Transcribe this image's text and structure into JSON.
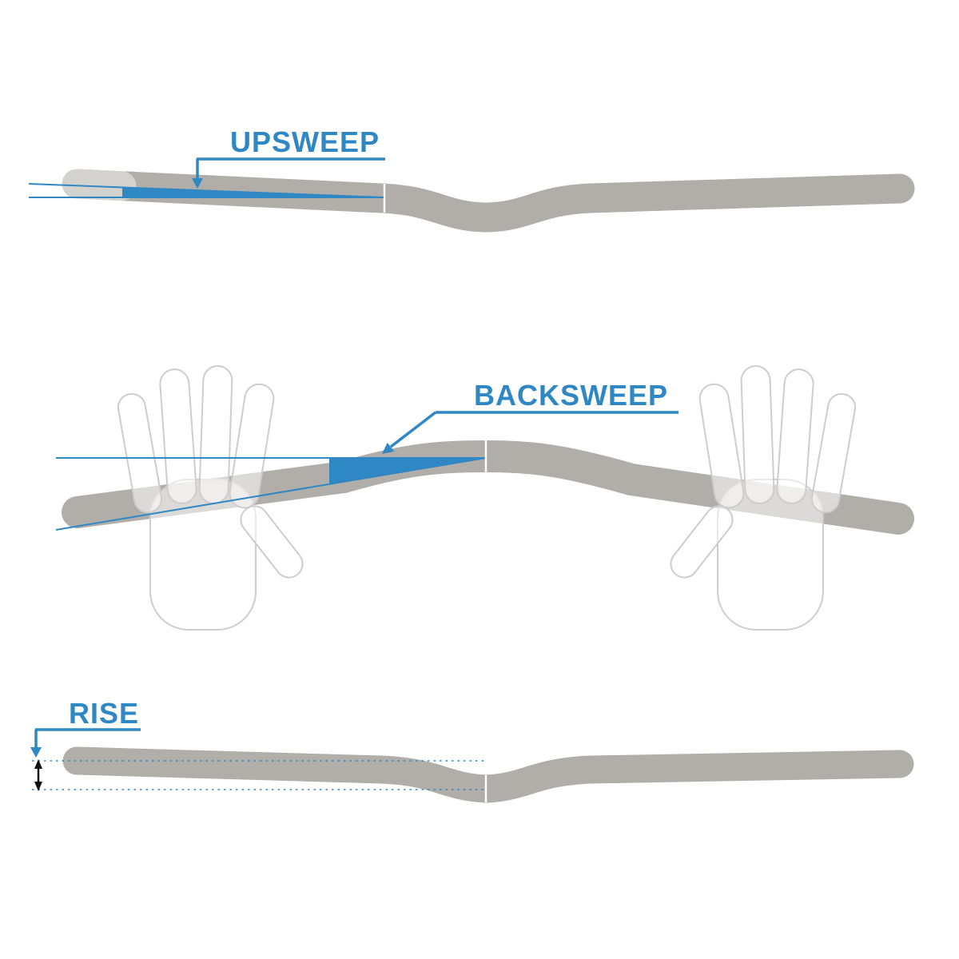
{
  "title": "Handlebar geometry diagram",
  "colors": {
    "accent": "#2F87C4",
    "bar": "#B1ADA8",
    "hand": "#CDCDCD",
    "ink": "#111111",
    "background": "#FFFFFF"
  },
  "labels": {
    "upsweep": "UPSWEEP",
    "backsweep": "BACKSWEEP",
    "rise": "RISE"
  },
  "views": [
    {
      "name": "front-view",
      "annotation": "UPSWEEP",
      "style": "blue angle wedge between horizontal reference line and grip axis, vertex at clamp edge"
    },
    {
      "name": "top-view-with-hands",
      "annotation": "BACKSWEEP",
      "style": "blue angle wedge between straight reference line and swept grip axis, hands overlaid on grips"
    },
    {
      "name": "front-view-rise",
      "annotation": "RISE",
      "style": "dotted reference lines at grip-end axis and clamp axis with black double arrow showing rise"
    }
  ]
}
